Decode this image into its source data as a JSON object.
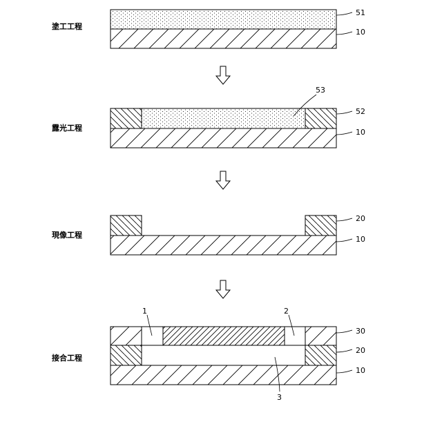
{
  "steps": [
    {
      "label": "塗工工程",
      "refs": [
        "51",
        "10"
      ]
    },
    {
      "label": "露光工程",
      "refs": [
        "53",
        "52",
        "10"
      ]
    },
    {
      "label": "現像工程",
      "refs": [
        "20",
        "10"
      ]
    },
    {
      "label": "接合工程",
      "refs": [
        "1",
        "2",
        "30",
        "20",
        "10",
        "3"
      ]
    }
  ],
  "arrow_icon": "down-arrow-icon"
}
